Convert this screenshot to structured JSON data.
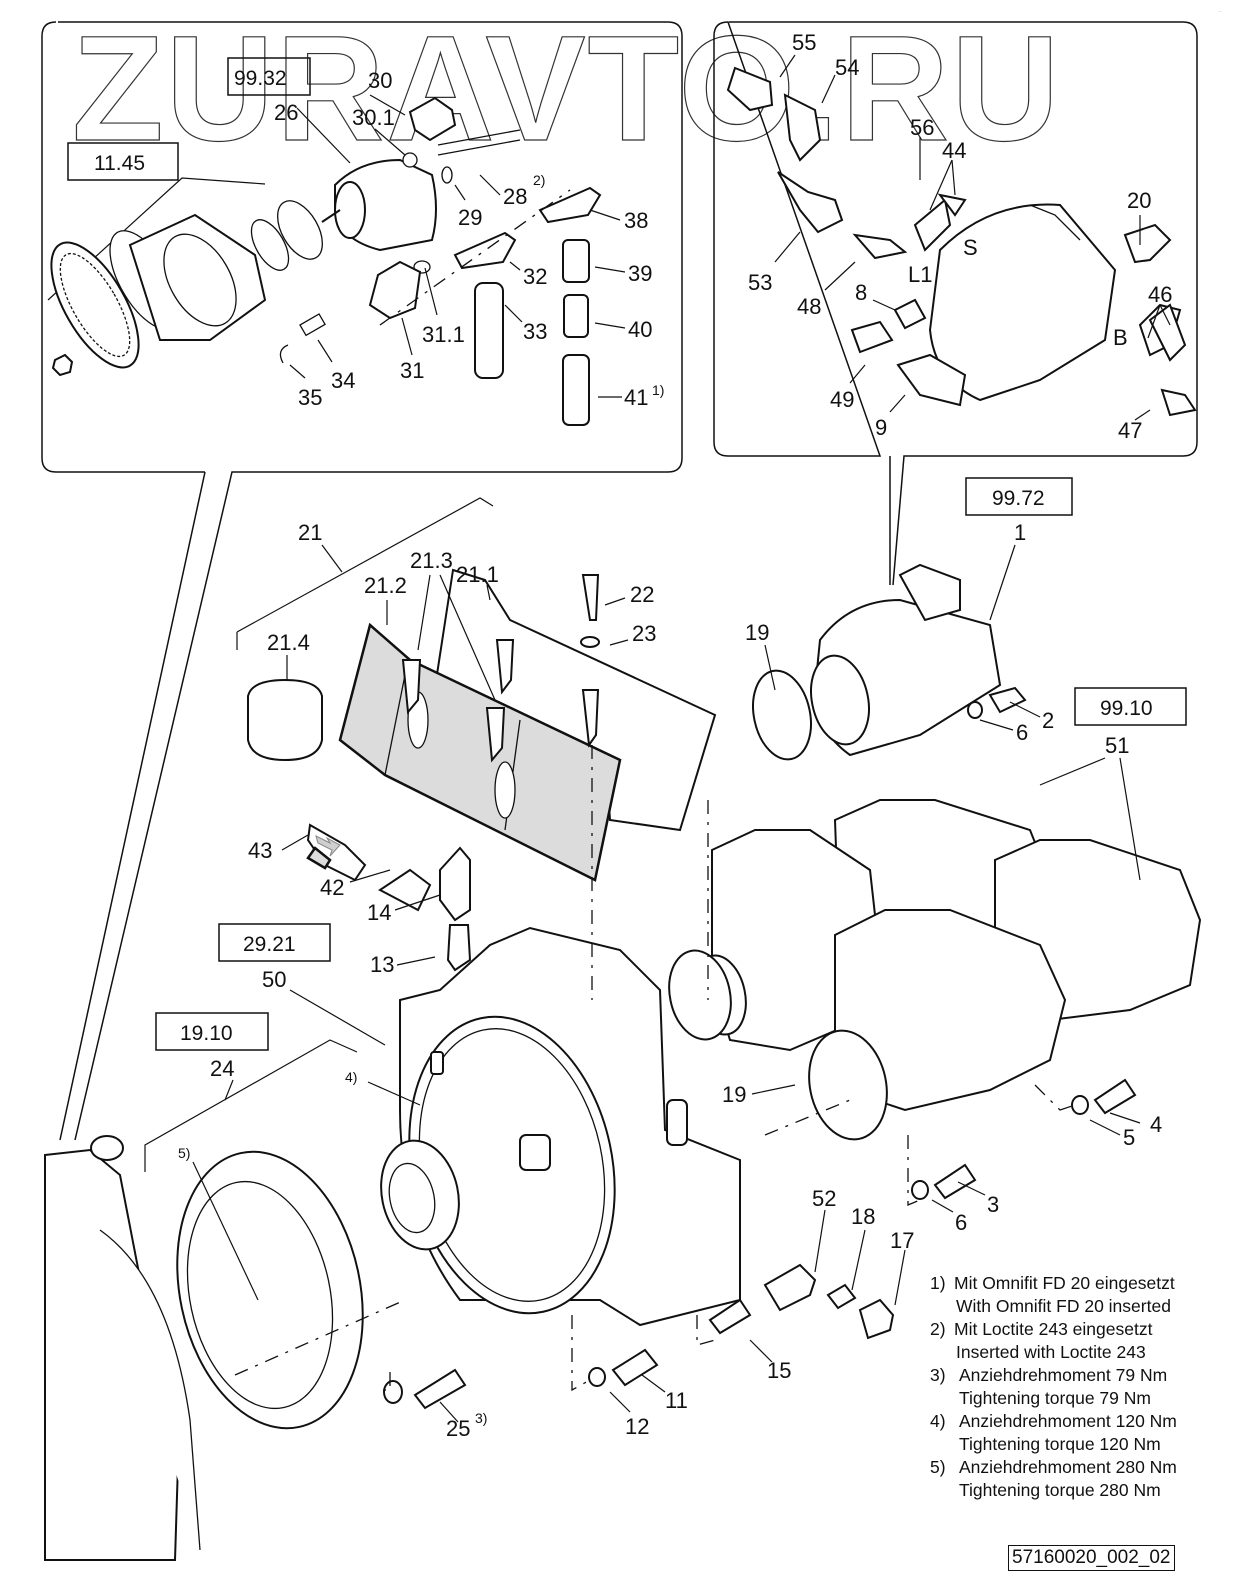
{
  "watermark": "ZURAVTO.RU",
  "corner_mark": "..",
  "reference_boxes": {
    "hydraulic_pump": "99.32",
    "gear_drive": "11.45",
    "motor": "99.72",
    "pump_group": "99.10",
    "transfer_case": "29.21",
    "coupling": "19.10"
  },
  "detail_left_labels": {
    "l26": "26",
    "l30": "30",
    "l30_1": "30.1",
    "l28": "28",
    "l28_note": "2)",
    "l29": "29",
    "l38": "38",
    "l32": "32",
    "l39": "39",
    "l33": "33",
    "l40": "40",
    "l31_1": "31.1",
    "l31": "31",
    "l41": "41",
    "l41_note": "1)",
    "l34": "34",
    "l35": "35"
  },
  "detail_right_labels": {
    "l55": "55",
    "l54": "54",
    "l56": "56",
    "l44": "44",
    "l20": "20",
    "l53": "53",
    "l48": "48",
    "l8": "8",
    "l46": "46",
    "l49": "49",
    "l9": "9",
    "l47": "47",
    "port_s": "S",
    "port_l1": "L1",
    "port_b": "B"
  },
  "main_labels": {
    "l21": "21",
    "l21_1": "21.1",
    "l21_2": "21.2",
    "l21_3": "21.3",
    "l21_4": "21.4",
    "l22": "22",
    "l23": "23",
    "l19a": "19",
    "l1": "1",
    "l2": "2",
    "l6a": "6",
    "l51": "51",
    "l43": "43",
    "l42": "42",
    "l14": "14",
    "l13": "13",
    "l50": "50",
    "l24": "24",
    "l4_note": "4)",
    "l5_note": "5)",
    "l19b": "19",
    "l4": "4",
    "l5": "5",
    "l3": "3",
    "l6b": "6",
    "l52": "52",
    "l18": "18",
    "l17": "17",
    "l15": "15",
    "l11": "11",
    "l12": "12",
    "l25": "25",
    "l25_note": "3)"
  },
  "notes": [
    {
      "num": "1)",
      "de": "Mit Omnifit FD 20 eingesetzt",
      "en": "With Omnifit FD 20  inserted"
    },
    {
      "num": "2)",
      "de": "Mit Loctite 243 eingesetzt",
      "en": "Inserted with Loctite 243"
    },
    {
      "num": "3)",
      "de": "Anziehdrehmoment 79 Nm",
      "en": "Tightening torque 79 Nm"
    },
    {
      "num": "4)",
      "de": "Anziehdrehmoment 120 Nm",
      "en": "Tightening torque 120 Nm"
    },
    {
      "num": "5)",
      "de": "Anziehdrehmoment 280 Nm",
      "en": "Tightening torque 280 Nm"
    }
  ],
  "document_id": "57160020_002_02"
}
